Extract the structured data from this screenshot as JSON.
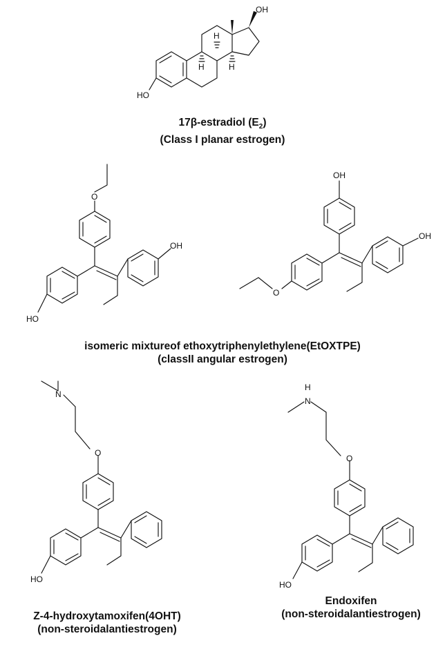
{
  "labels": {
    "oh": "OH",
    "ho": "HO",
    "h": "H",
    "o": "O",
    "n": "N"
  },
  "captions": {
    "estradiol": {
      "pre": "17β-estradiol (E",
      "sub": "2",
      "post": ")",
      "line2": "(Class I planar estrogen)"
    },
    "etoxtpe": {
      "line1": "isomeric mixtureof ethoxytriphenylethylene(EtOXTPE)",
      "line2": "(classII angular estrogen)"
    },
    "ohtam": {
      "line1": "Z-4-hydroxytamoxifen(4OHT)",
      "line2": "(non-steroidalantiestrogen)"
    },
    "endoxifen": {
      "line1": "Endoxifen",
      "line2": "(non-steroidalantiestrogen)"
    }
  }
}
